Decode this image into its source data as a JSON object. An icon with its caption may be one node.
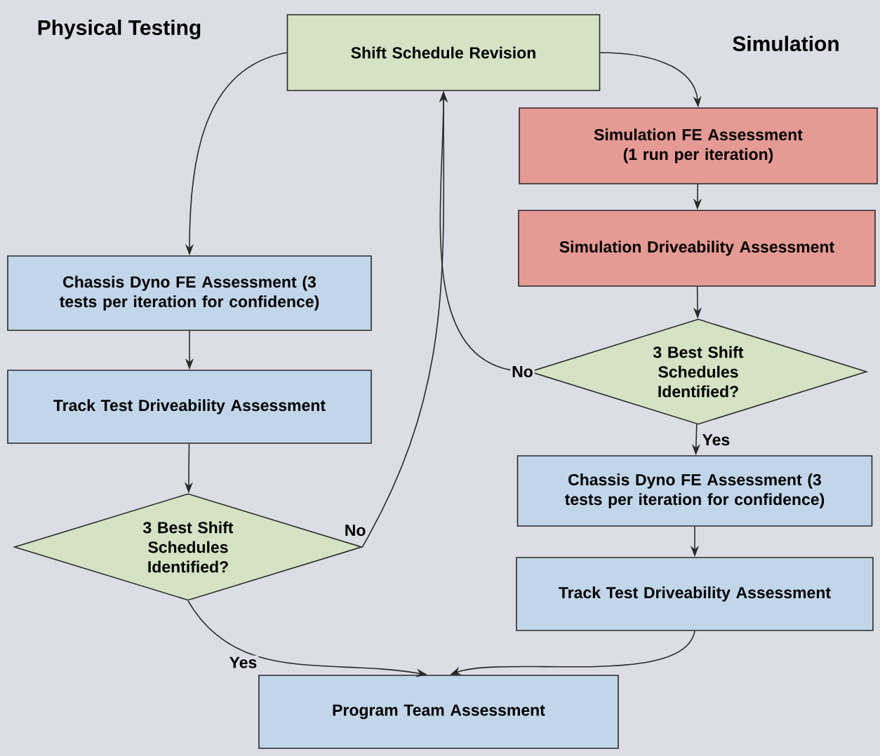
{
  "diagram": {
    "nodes": [
      {
        "text": [
          "Shift Schedule Revision"
        ]
      },
      {
        "text": [
          "Simulation FE Assessment (1 run per iteration)"
        ]
      },
      {
        "text": [
          "Simulation Driveability Assessment"
        ]
      },
      {
        "text": [
          "3 Best Shift Schedules Identified?"
        ]
      },
      {
        "text": [
          "Chassis Dyno FE Assessment (3 tests per iteration for confidence)"
        ]
      },
      {
        "text": [
          "Track Test Driveability Assessment"
        ]
      },
      {
        "text": [
          "Chassis Dyno FE Assessment (3 tests per iteration for confidence)"
        ]
      },
      {
        "text": [
          "Track Test Driveability Assessment"
        ]
      },
      {
        "text": [
          "3 Best Shift Schedules Identified?"
        ]
      },
      {
        "text": [
          "Program Team Assessment"
        ]
      }
    ],
    "edges": [
      {
        "from": 0,
        "to": 6,
        "arrow": "to"
      },
      {
        "from": 0,
        "to": 1,
        "arrow": "to"
      },
      {
        "from": 1,
        "to": 2,
        "arrow": "to"
      },
      {
        "from": 2,
        "to": 3,
        "arrow": "to"
      },
      {
        "from": 3,
        "to": 4,
        "arrow": "to",
        "label": "Yes"
      },
      {
        "from": 4,
        "to": 5,
        "arrow": "to"
      },
      {
        "from": 6,
        "to": 7,
        "arrow": "to"
      },
      {
        "from": 7,
        "to": 8,
        "arrow": "to"
      },
      {
        "from": 8,
        "to": 0,
        "arrow": "to",
        "label": "No"
      },
      {
        "from": 3,
        "to": 0,
        "arrow": "to",
        "label": "No"
      },
      {
        "from": 8,
        "to": 9,
        "arrow": "to",
        "label": "Yes"
      },
      {
        "from": 5,
        "to": 9,
        "arrow": "to"
      }
    ],
    "labels": [
      "Physical Testing",
      "Simulation"
    ]
  }
}
